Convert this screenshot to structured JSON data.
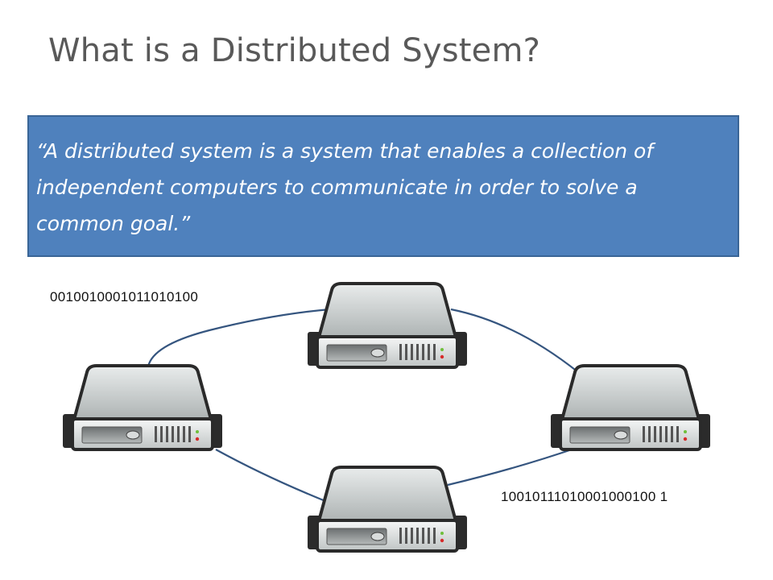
{
  "slide": {
    "title": "What is a Distributed System?",
    "quote": "“A distributed system is a system that enables a collection of independent computers to communicate in order to solve a common goal.”"
  },
  "diagram": {
    "nodes": [
      "server-top",
      "server-left",
      "server-right",
      "server-bottom"
    ],
    "edges": [
      [
        "server-left",
        "server-top"
      ],
      [
        "server-top",
        "server-right"
      ],
      [
        "server-right",
        "server-bottom"
      ],
      [
        "server-bottom",
        "server-left"
      ]
    ],
    "labels": {
      "bits_left": "0010010001011010100",
      "bits_right": "10010111010001000100 1"
    },
    "colors": {
      "link": "#35557f",
      "box": "#4f81bd"
    }
  }
}
